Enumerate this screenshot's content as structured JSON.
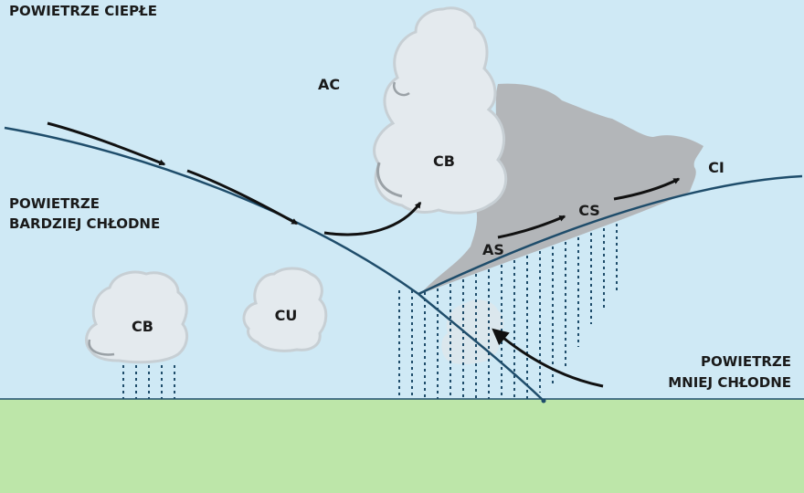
{
  "labels": {
    "warm_air": "POWIETRZE CIEPŁE",
    "colder_air_line1": "POWIETRZE",
    "colder_air_line2": "BARDZIEJ CHŁODNE",
    "less_cold_air_line1": "POWIETRZE",
    "less_cold_air_line2": "MNIEJ CHŁODNE",
    "ac": "AC",
    "cb_main": "CB",
    "cb_small": "CB",
    "cu": "CU",
    "as": "AS",
    "cs": "CS",
    "ci": "CI"
  },
  "colors": {
    "sky": "#cfe9f5",
    "ground": "#bde6a9",
    "front_line": "#1f4d6b",
    "anvil_cloud": "#b3b6b9",
    "cumulus": "#e4eaee",
    "arrow": "#111111",
    "rain": "#1f4d6b"
  }
}
